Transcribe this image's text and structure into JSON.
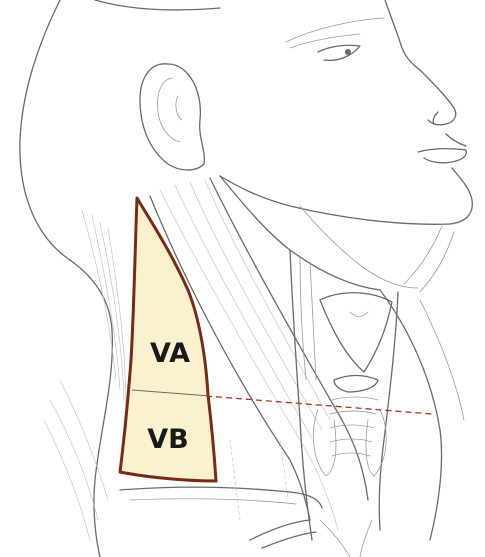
{
  "figure": {
    "regions": [
      {
        "id": "VA",
        "label": "VA"
      },
      {
        "id": "VB",
        "label": "VB"
      }
    ],
    "region_fill_color": "#fbf1cf",
    "region_outline_color": "#7a2a14",
    "divider_line_color": "#a8351d",
    "sketch_color": "#6a6a6a"
  }
}
